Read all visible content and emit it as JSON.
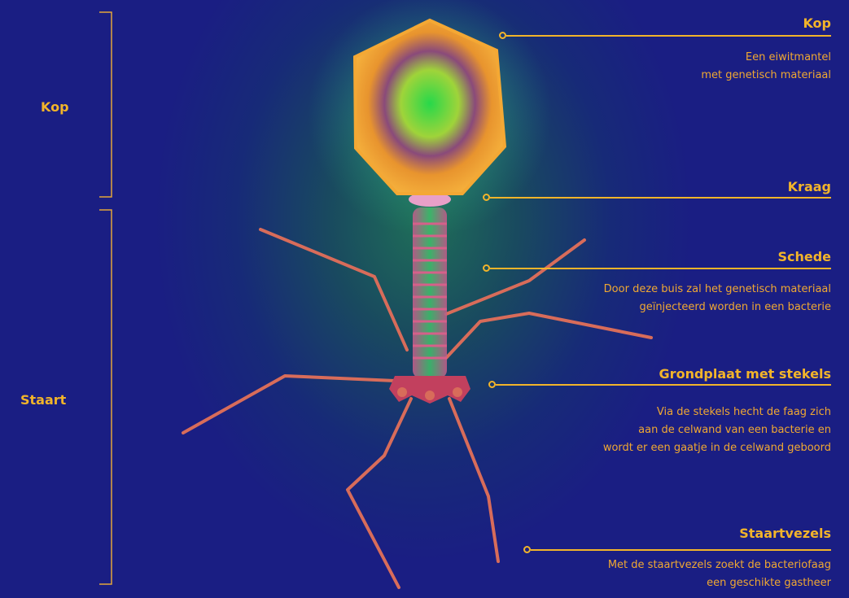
{
  "groups": {
    "head": "Kop",
    "tail": "Staart"
  },
  "annotations": {
    "kop": {
      "title": "Kop",
      "lines": [
        "Een eiwitmantel",
        "met genetisch materiaal"
      ]
    },
    "kraag": {
      "title": "Kraag"
    },
    "schede": {
      "title": "Schede",
      "lines": [
        "Door deze buis zal het genetisch materiaal",
        "geïnjecteerd worden in een bacterie"
      ]
    },
    "grondplaat": {
      "title": "Grondplaat met stekels",
      "lines": [
        "Via de stekels hecht de faag zich",
        "aan de celwand van een bacterie en",
        "wordt er een gaatje in de celwand geboord"
      ]
    },
    "staartvezels": {
      "title": "Staartvezels",
      "lines": [
        "Met de staartvezels zoekt de bacteriofaag",
        "een geschikte gastheer"
      ]
    }
  },
  "colors": {
    "accent": "#f2b42a",
    "background": "#1a1e83",
    "capsid": "#f0a030",
    "fibers": "#d86c5a"
  }
}
